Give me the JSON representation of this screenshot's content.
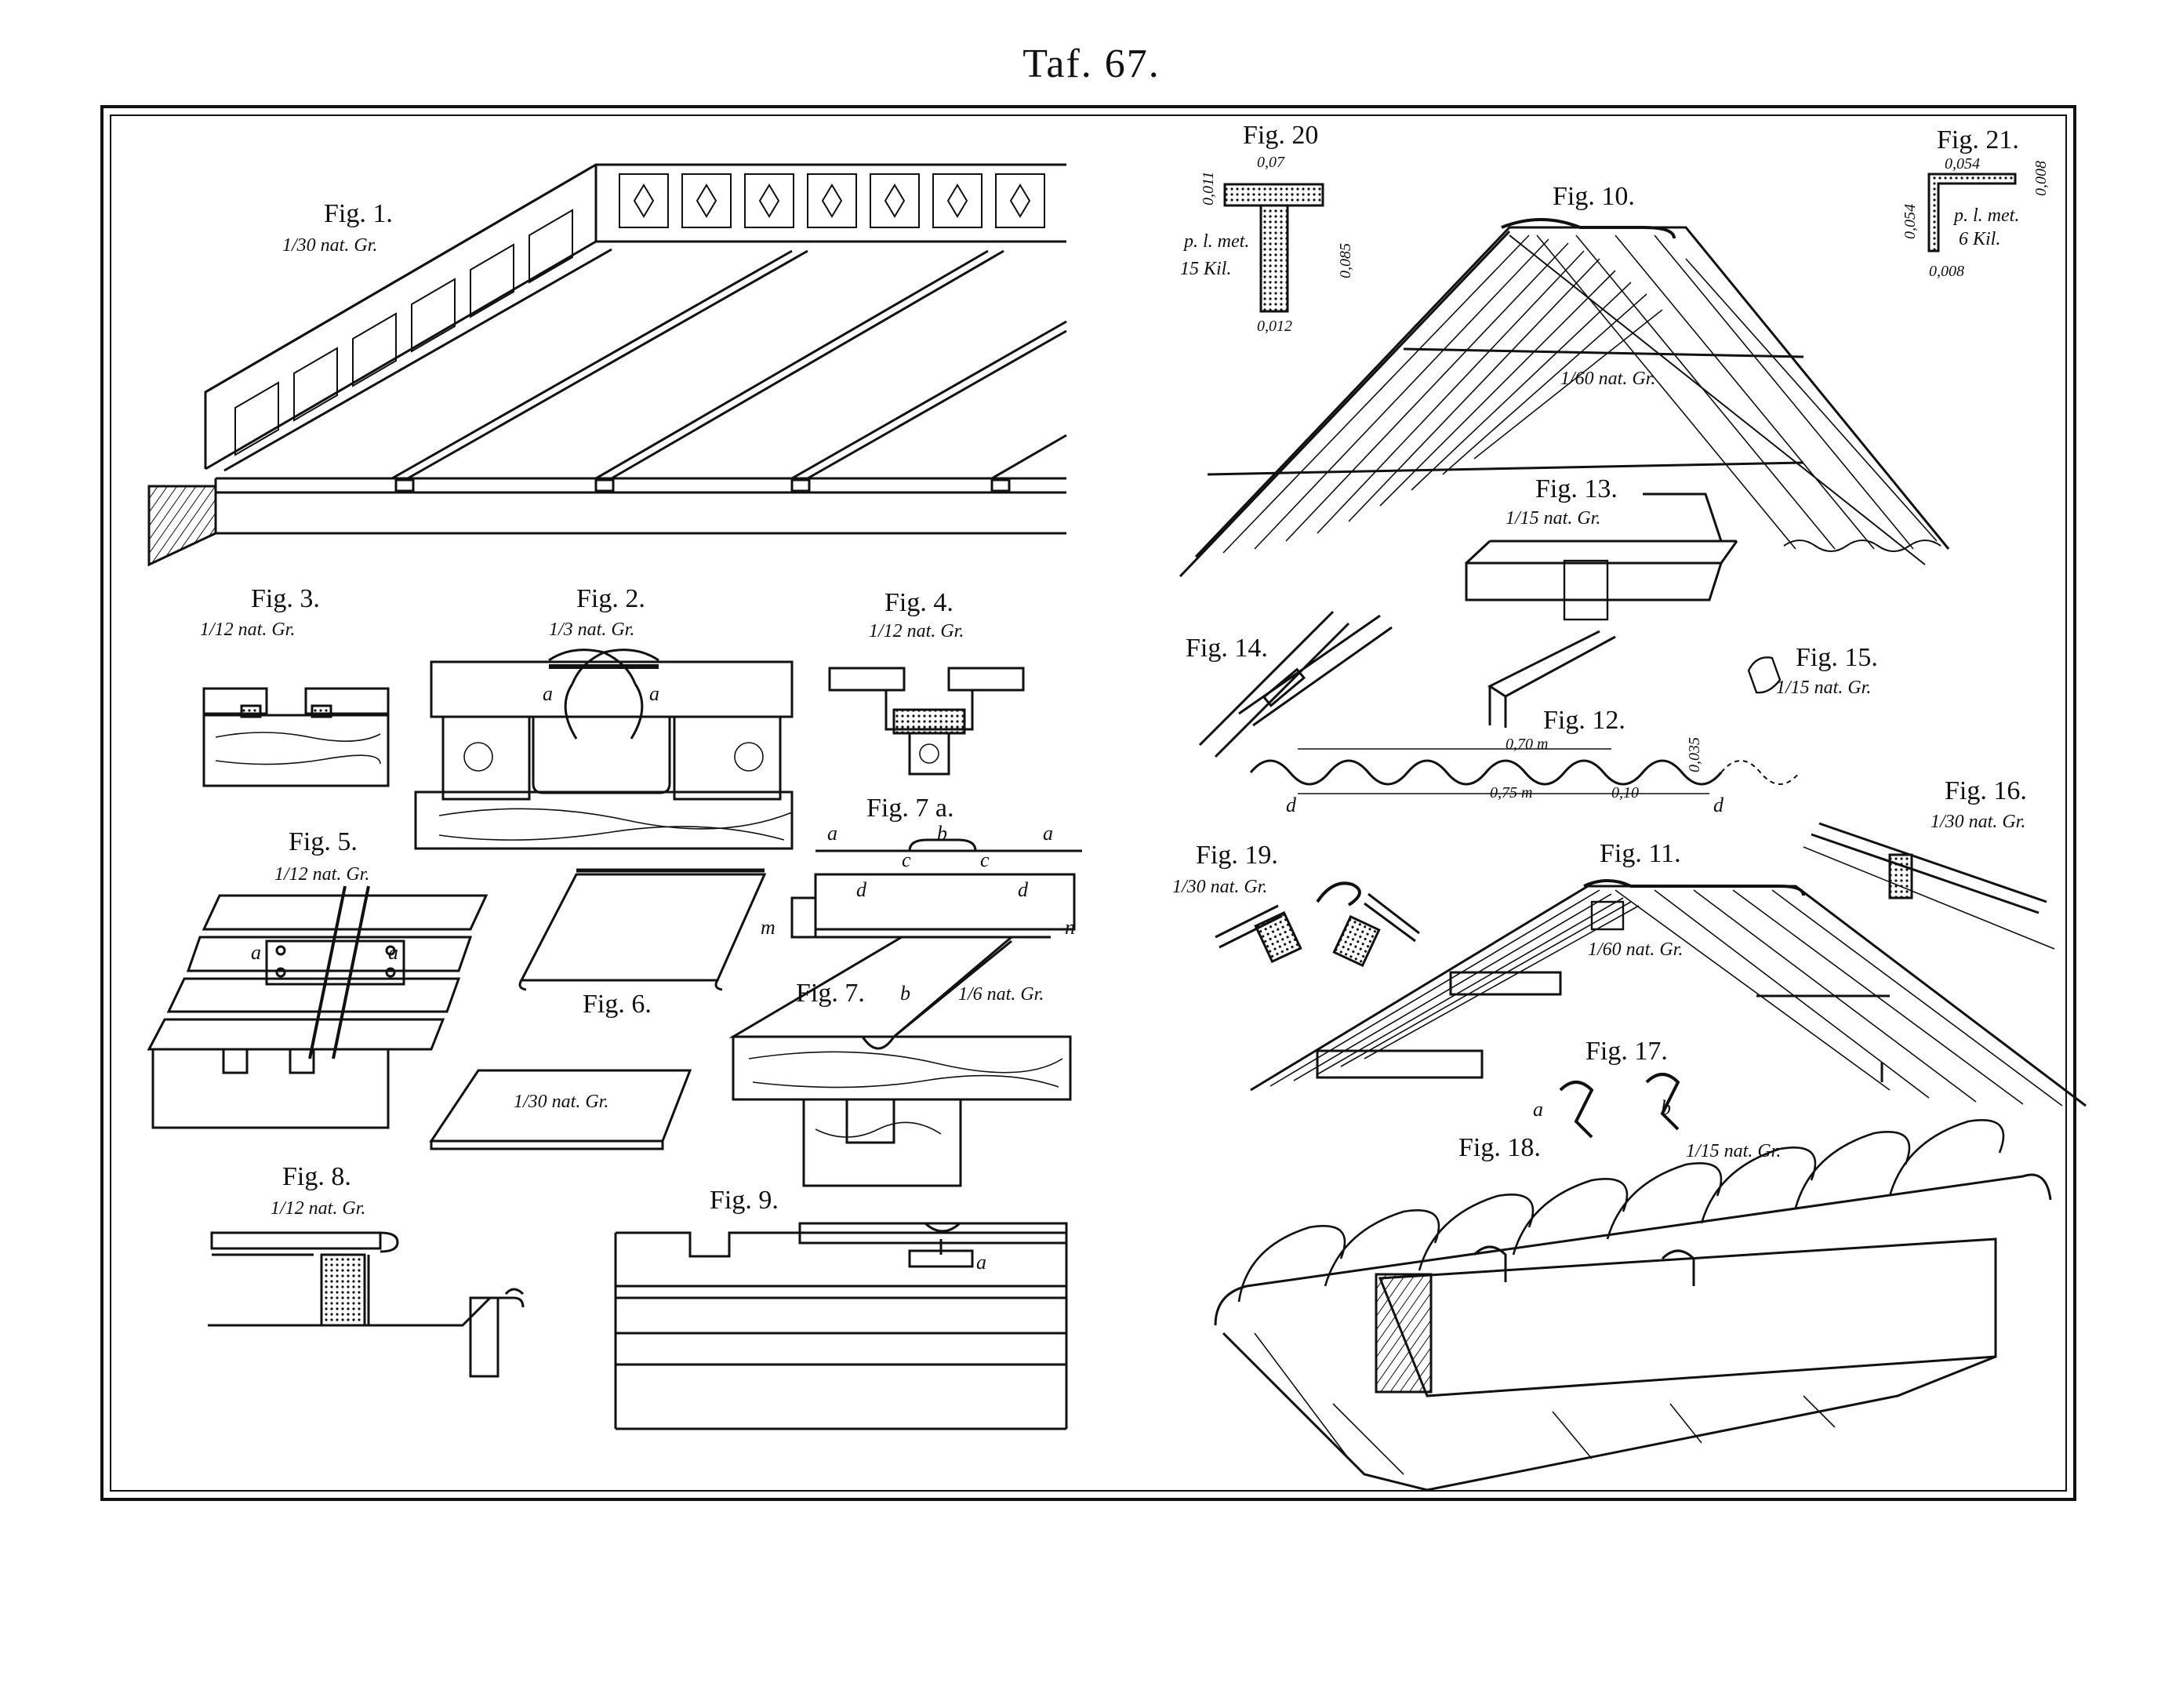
{
  "plate": {
    "title": "Taf. 67."
  },
  "figures": {
    "fig1": {
      "label": "Fig. 1.",
      "scale": "1/30 nat. Gr."
    },
    "fig2": {
      "label": "Fig. 2.",
      "scale": "1/3 nat. Gr.",
      "letters": [
        "a",
        "a"
      ]
    },
    "fig3": {
      "label": "Fig. 3.",
      "scale": "1/12 nat. Gr."
    },
    "fig4": {
      "label": "Fig. 4.",
      "scale": "1/12 nat. Gr."
    },
    "fig5": {
      "label": "Fig. 5.",
      "scale": "1/12 nat. Gr.",
      "letters": [
        "a",
        "a"
      ]
    },
    "fig6": {
      "label": "Fig. 6.",
      "scale": "1/30 nat. Gr."
    },
    "fig7": {
      "label": "Fig. 7.",
      "scale": "1/6 nat. Gr.",
      "letters": [
        "d",
        "d",
        "m",
        "n",
        "b"
      ]
    },
    "fig7a": {
      "label": "Fig. 7 a.",
      "letters": [
        "a",
        "b",
        "a",
        "c",
        "c"
      ]
    },
    "fig8": {
      "label": "Fig. 8.",
      "scale": "1/12 nat. Gr."
    },
    "fig9": {
      "label": "Fig. 9.",
      "letters": [
        "a"
      ]
    },
    "fig10": {
      "label": "Fig. 10.",
      "scale": "1/60 nat. Gr."
    },
    "fig11": {
      "label": "Fig. 11.",
      "scale": "1/60 nat. Gr."
    },
    "fig12": {
      "label": "Fig. 12.",
      "dims": [
        "0,70 m",
        "0,75 m",
        "0,10",
        "0,035"
      ],
      "letters": [
        "d",
        "d"
      ]
    },
    "fig13": {
      "label": "Fig. 13.",
      "scale": "1/15 nat. Gr."
    },
    "fig14": {
      "label": "Fig. 14."
    },
    "fig15": {
      "label": "Fig. 15.",
      "scale": "1/15 nat. Gr."
    },
    "fig16": {
      "label": "Fig. 16.",
      "scale": "1/30 nat. Gr."
    },
    "fig17": {
      "label": "Fig. 17.",
      "letters": [
        "a",
        "b"
      ]
    },
    "fig18": {
      "label": "Fig. 18.",
      "scale": "1/15 nat. Gr."
    },
    "fig19": {
      "label": "Fig. 19.",
      "scale": "1/30 nat. Gr."
    },
    "fig20": {
      "label": "Fig. 20",
      "dims": [
        "0,07",
        "0,011",
        "0,085",
        "0,012"
      ],
      "weight": [
        "p. l. met.",
        "15 Kil."
      ]
    },
    "fig21": {
      "label": "Fig. 21.",
      "dims": [
        "0,054",
        "0,008",
        "0,054",
        "0,008"
      ],
      "weight": [
        "p. l. met.",
        "6 Kil."
      ]
    }
  },
  "colors": {
    "ink": "#111111",
    "paper": "#ffffff"
  }
}
